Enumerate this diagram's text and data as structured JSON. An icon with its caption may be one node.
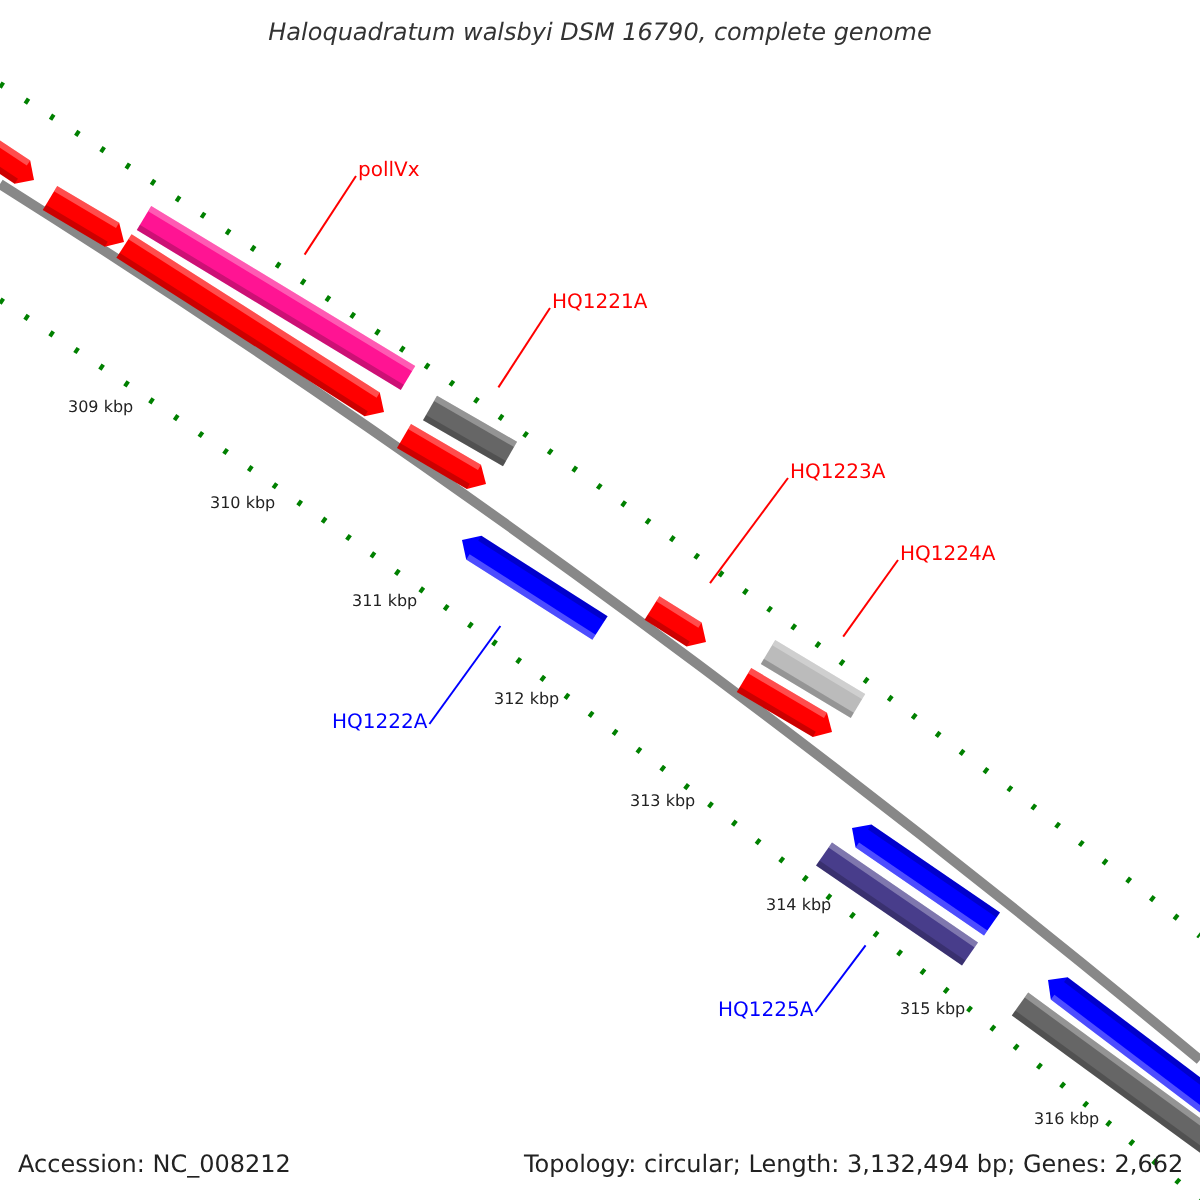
{
  "diagram": {
    "title": "Haloquadratum walsbyi DSM 16790, complete genome",
    "nodes": [
      {
        "text": [
          "pollVx"
        ]
      },
      {
        "text": [
          "HQ1221A"
        ]
      },
      {
        "text": [
          "HQ1223A"
        ]
      },
      {
        "text": [
          "HQ1224A"
        ]
      },
      {
        "text": [
          "HQ1222A"
        ]
      },
      {
        "text": [
          "HQ1225A"
        ]
      },
      {
        "text": [],
        "shape": "arrow"
      },
      {
        "text": [],
        "shape": "arrow"
      },
      {
        "text": [],
        "shape": "arrow"
      },
      {
        "text": [],
        "shape": "arrow"
      },
      {
        "text": [],
        "shape": "arrow"
      },
      {
        "text": [],
        "shape": "arrow"
      },
      {
        "text": [],
        "shape": "arrow"
      },
      {
        "text": [],
        "shape": "arrow"
      },
      {
        "text": [],
        "shape": "arrow"
      },
      {
        "text": [],
        "shape": "arrow"
      },
      {
        "text": [],
        "shape": "arrow"
      },
      {
        "text": [],
        "shape": "arrow"
      },
      {
        "text": [],
        "shape": "arrow"
      },
      {
        "text": [],
        "shape": "arrow"
      }
    ],
    "edges": [
      {
        "from": 0,
        "to": 8,
        "arrow": "none"
      },
      {
        "from": 1,
        "to": 10,
        "arrow": "none"
      },
      {
        "from": 2,
        "to": 13,
        "arrow": "none"
      },
      {
        "from": 3,
        "to": 14,
        "arrow": "none"
      },
      {
        "from": 4,
        "to": 12,
        "arrow": "none",
        "color": "#0000ff"
      },
      {
        "from": 5,
        "to": 17,
        "arrow": "none",
        "color": "#0000ff"
      }
    ],
    "labels": [
      "309 kbp",
      "310 kbp",
      "311 kbp",
      "312 kbp",
      "313 kbp",
      "314 kbp",
      "315 kbp",
      "316 kbp",
      "Accession: NC_008212",
      "Topology: circular; Length: 3,132,494 bp; Genes: 2,662"
    ]
  }
}
